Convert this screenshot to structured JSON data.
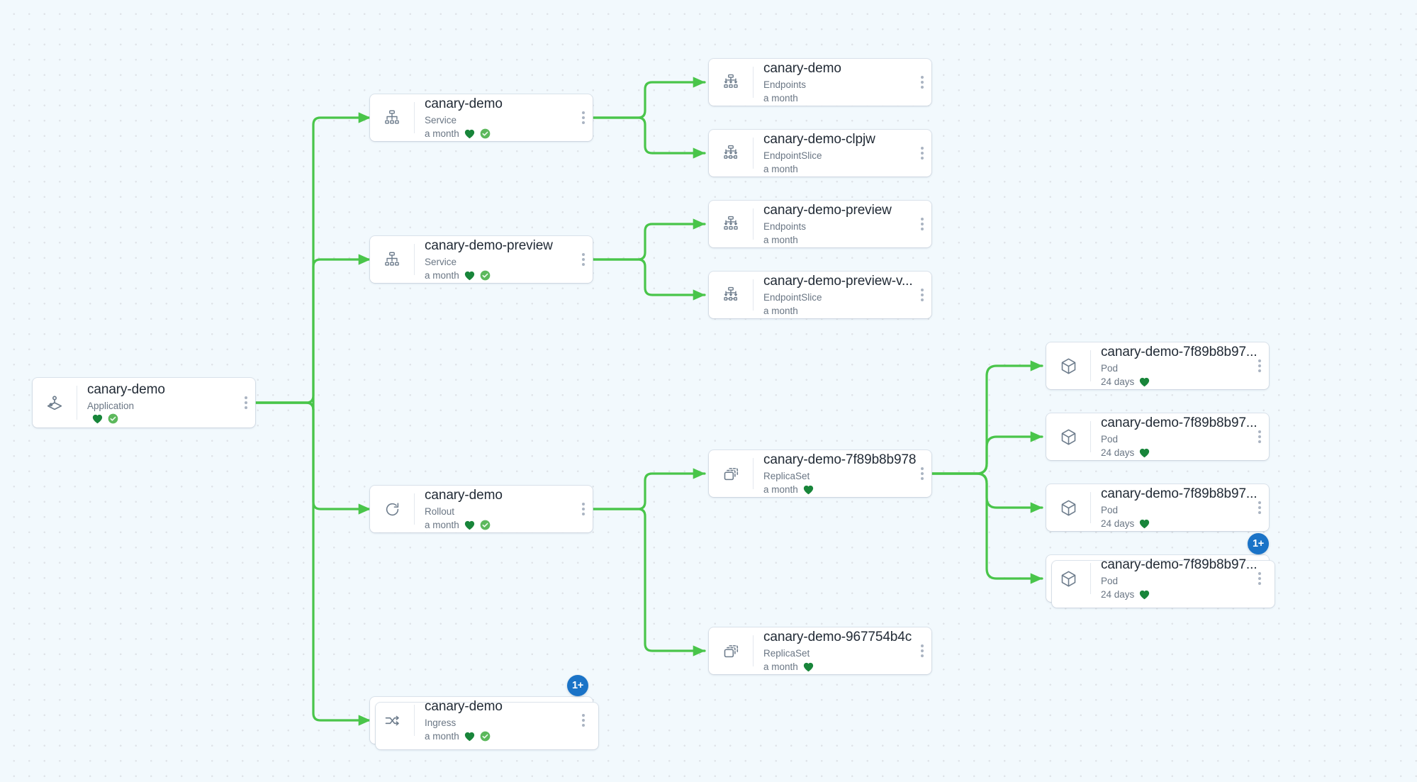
{
  "app": {
    "view": "resource-tree",
    "colors": {
      "canvas_background": "#f2f9fd",
      "edge_green": "#49c54a",
      "healthy_heart": "#18853a",
      "synced_check": "#5cb85c",
      "badge_blue": "#1a73c7",
      "card_background": "#ffffff",
      "title_text": "#222b36",
      "muted_text": "#6a7684"
    }
  },
  "nodes": [
    {
      "id": "application-canary-demo",
      "name": "canary-demo",
      "kind": "Application",
      "age": "",
      "icon": "argo-application-icon",
      "health": "healthy-heart-icon",
      "sync": "synced-check-icon",
      "menu": "kebab-menu-icon"
    },
    {
      "id": "service-canary-demo",
      "name": "canary-demo",
      "kind": "Service",
      "age": "a month",
      "icon": "service-hierarchy-icon",
      "health": "healthy-heart-icon",
      "sync": "synced-check-icon",
      "menu": "kebab-menu-icon"
    },
    {
      "id": "service-canary-demo-preview",
      "name": "canary-demo-preview",
      "kind": "Service",
      "age": "a month",
      "icon": "service-hierarchy-icon",
      "health": "healthy-heart-icon",
      "sync": "synced-check-icon",
      "menu": "kebab-menu-icon"
    },
    {
      "id": "rollout-canary-demo",
      "name": "canary-demo",
      "kind": "Rollout",
      "age": "a month",
      "icon": "rollout-refresh-icon",
      "health": "healthy-heart-icon",
      "sync": "synced-check-icon",
      "menu": "kebab-menu-icon"
    },
    {
      "id": "ingress-canary-demo",
      "name": "canary-demo",
      "kind": "Ingress",
      "age": "a month",
      "icon": "ingress-arrows-icon",
      "health": "healthy-heart-icon",
      "sync": "synced-check-icon",
      "menu": "kebab-menu-icon",
      "badge": "1+"
    },
    {
      "id": "endpoints-canary-demo",
      "name": "canary-demo",
      "kind": "Endpoints",
      "age": "a month",
      "icon": "endpoints-icon",
      "health": "",
      "sync": "",
      "menu": "kebab-menu-icon"
    },
    {
      "id": "endpointslice-canary-demo-clpjw",
      "name": "canary-demo-clpjw",
      "kind": "EndpointSlice",
      "age": "a month",
      "icon": "endpointslice-icon",
      "health": "",
      "sync": "",
      "menu": "kebab-menu-icon"
    },
    {
      "id": "endpoints-canary-demo-preview",
      "name": "canary-demo-preview",
      "kind": "Endpoints",
      "age": "a month",
      "icon": "endpoints-icon",
      "health": "",
      "sync": "",
      "menu": "kebab-menu-icon"
    },
    {
      "id": "endpointslice-canary-demo-preview-v",
      "name": "canary-demo-preview-v...",
      "kind": "EndpointSlice",
      "age": "a month",
      "icon": "endpointslice-icon",
      "health": "",
      "sync": "",
      "menu": "kebab-menu-icon"
    },
    {
      "id": "replicaset-7f89b8b978",
      "name": "canary-demo-7f89b8b978",
      "kind": "ReplicaSet",
      "age": "a month",
      "icon": "replicaset-stack-icon",
      "health": "healthy-heart-icon",
      "sync": "",
      "menu": "kebab-menu-icon"
    },
    {
      "id": "replicaset-967754b4c",
      "name": "canary-demo-967754b4c",
      "kind": "ReplicaSet",
      "age": "a month",
      "icon": "replicaset-stack-icon",
      "health": "healthy-heart-icon",
      "sync": "",
      "menu": "kebab-menu-icon"
    },
    {
      "id": "pod-1",
      "name": "canary-demo-7f89b8b97...",
      "kind": "Pod",
      "age": "24 days",
      "icon": "pod-cube-icon",
      "health": "healthy-heart-icon",
      "sync": "",
      "menu": "kebab-menu-icon"
    },
    {
      "id": "pod-2",
      "name": "canary-demo-7f89b8b97...",
      "kind": "Pod",
      "age": "24 days",
      "icon": "pod-cube-icon",
      "health": "healthy-heart-icon",
      "sync": "",
      "menu": "kebab-menu-icon"
    },
    {
      "id": "pod-3",
      "name": "canary-demo-7f89b8b97...",
      "kind": "Pod",
      "age": "24 days",
      "icon": "pod-cube-icon",
      "health": "healthy-heart-icon",
      "sync": "",
      "menu": "kebab-menu-icon"
    },
    {
      "id": "pod-4",
      "name": "canary-demo-7f89b8b97...",
      "kind": "Pod",
      "age": "24 days",
      "icon": "pod-cube-icon",
      "health": "healthy-heart-icon",
      "sync": "",
      "menu": "kebab-menu-icon",
      "badge": "1+"
    }
  ],
  "badges": {
    "ingress_overflow": "1+",
    "pod_overflow": "1+"
  }
}
